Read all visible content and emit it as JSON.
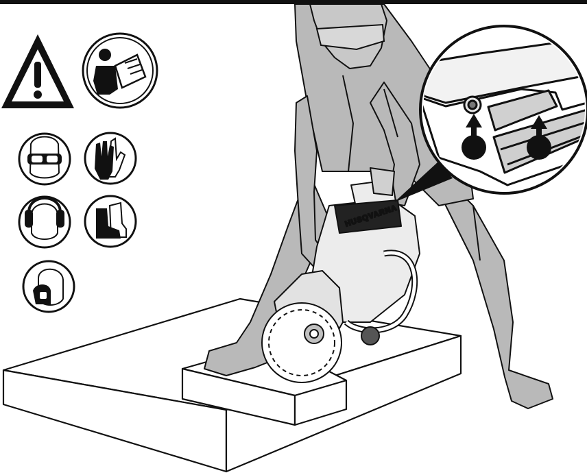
{
  "figure": {
    "brand_label": "HUSQVARNA",
    "colors": {
      "line": "#111111",
      "worker_fill": "#b9b9b9",
      "worker_fill_dark": "#8e8e8e",
      "background": "#ffffff",
      "icon_fill": "#111111",
      "machine_fill": "#ececec"
    },
    "safety_icons": [
      "warning-triangle",
      "read-manual",
      "eye-protection",
      "gloves",
      "hearing-protection",
      "safety-boots",
      "respiratory-protection"
    ],
    "callout_markers": 2
  }
}
